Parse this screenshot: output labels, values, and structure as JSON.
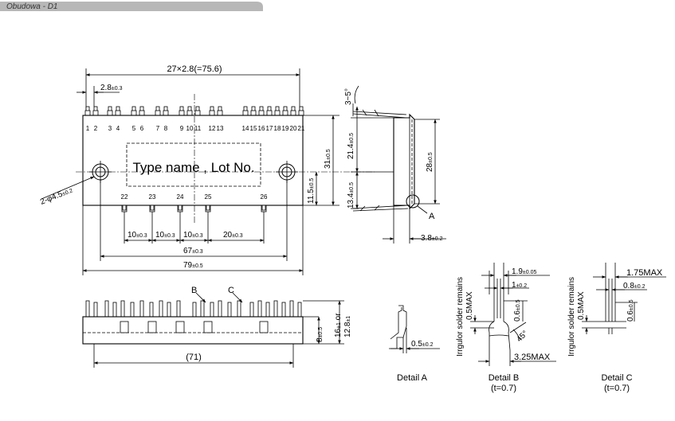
{
  "header": {
    "tab_label": "Obudowa - D1",
    "tab_color": "#b7b7b7"
  },
  "top_view": {
    "pitch_total": "27×2.8(=75.6)",
    "pitch": "2.8",
    "pitch_tol": "±0.3",
    "pin_numbers_top": [
      "1",
      "2",
      "3",
      "4",
      "5",
      "6",
      "7",
      "8",
      "9",
      "10",
      "11",
      "12",
      "13",
      "14",
      "15",
      "16",
      "17",
      "18",
      "19",
      "20",
      "21"
    ],
    "pin_numbers_bottom": [
      "22",
      "23",
      "24",
      "25",
      "26"
    ],
    "label": "Type  name , Lot  No.",
    "hole_dim": "2-φ4.5",
    "hole_tol": "±0.2",
    "height": "31",
    "height_tol": "±0.5",
    "offset_11_5": "11.5",
    "offset_11_5_tol": "±0.5",
    "spacing_10a": "10",
    "spacing_10b": "10",
    "spacing_10c": "10",
    "spacing_tol": "±0.3",
    "spacing_20": "20",
    "mid_width": "67",
    "mid_width_tol": "±0.3",
    "width": "79",
    "width_tol": "±0.5"
  },
  "side_view": {
    "angle": "3~5°",
    "dim_21_4": "21.4",
    "dim_21_4_tol": "±0.5",
    "dim_13_4": "13.4",
    "dim_13_4_tol": "±0.5",
    "dim_28": "28",
    "dim_28_tol": "±0.5",
    "marker_a": "A",
    "dim_3_8": "3.8",
    "dim_3_8_tol": "±0.2"
  },
  "front_view": {
    "marker_b": "B",
    "marker_c": "C",
    "dim_8": "8",
    "dim_8_tol": "±0.5",
    "dim_16": "16",
    "dim_16_tol": "±1",
    "dim_or": "or",
    "dim_12_8": "12.8",
    "dim_12_8_tol": "±1",
    "dim_71": "(71)"
  },
  "detail_a": {
    "dim": "0.5",
    "dim_tol": "±0.2",
    "title": "Detail A"
  },
  "detail_b": {
    "solder_note_1": "Irrgulor solder remains",
    "solder_note_2": "0.5MAX",
    "dim_1_9": "1.9",
    "dim_1_9_tol": "±0.05",
    "dim_1": "1",
    "dim_1_tol": "±0.2",
    "dim_0_6": "0.6",
    "dim_0_6_tol": "±0.5",
    "angle": "45°",
    "dim_3_25": "3.25MAX",
    "title": "Detail B",
    "subtitle": "(t=0.7)"
  },
  "detail_c": {
    "solder_note_1": "Irrgulor solder remains",
    "solder_note_2": "0.5MAX",
    "dim_1_75": "1.75MAX",
    "dim_0_8": "0.8",
    "dim_0_8_tol": "±0.2",
    "dim_0_6": "0.6",
    "dim_0_6_tol": "±0.5",
    "title": "Detail C",
    "subtitle": "(t=0.7)"
  }
}
